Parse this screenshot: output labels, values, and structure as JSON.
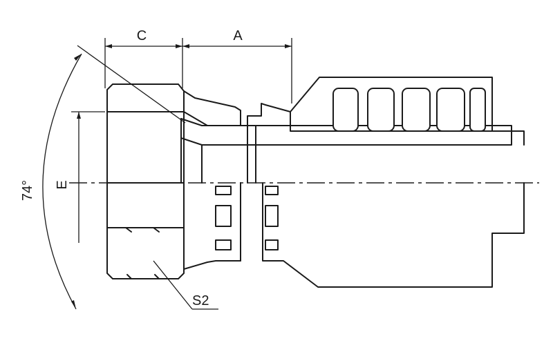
{
  "dimensions": {
    "c": "C",
    "a": "A",
    "e": "E",
    "angle": "74°",
    "s2": "S2"
  }
}
